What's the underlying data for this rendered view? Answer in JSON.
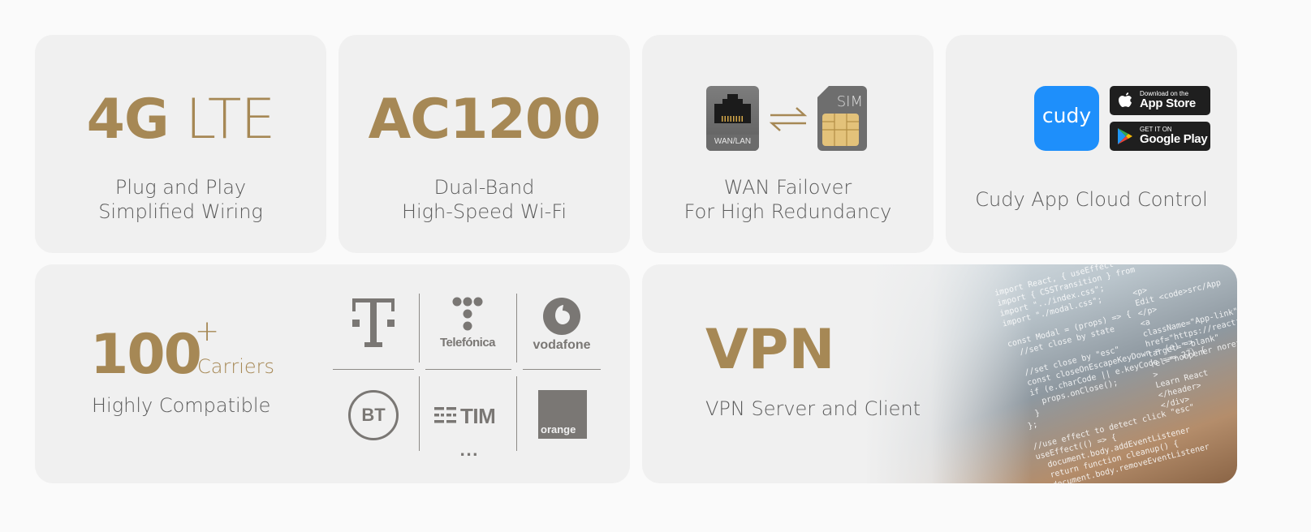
{
  "colors": {
    "accent_gold": "#a68855",
    "card_bg": "#f0f0f0",
    "page_bg": "#fafafa",
    "text_gray": "#5b5b5b",
    "logo_gray": "#7a7774",
    "cudy_blue": "#1e8ffb"
  },
  "features": {
    "lte": {
      "title_bold": "4G",
      "title_light": "LTE",
      "line1": "Plug and Play",
      "line2": "Simplified Wiring"
    },
    "wifi": {
      "title": "AC1200",
      "line1": "Dual-Band",
      "line2": "High-Speed Wi-Fi"
    },
    "failover": {
      "port_label": "WAN/LAN",
      "sim_label": "SIM",
      "icon_arrows": "swap-arrows-icon",
      "line1": "WAN Failover",
      "line2": "For High Redundancy"
    },
    "app": {
      "app_name": "cudy",
      "app_store_small": "Download on the",
      "app_store_large": "App Store",
      "google_small": "GET IT ON",
      "google_large": "Google Play",
      "caption": "Cudy App Cloud Control"
    },
    "carriers": {
      "count": "100",
      "plus": "+",
      "unit": "Carriers",
      "caption": "Highly Compatible",
      "logos": [
        "T",
        "Telefónica",
        "vodafone",
        "BT",
        "TIM",
        "orange"
      ],
      "more": "..."
    },
    "vpn": {
      "title": "VPN",
      "caption": "VPN Server and Client",
      "code_lines": [
        "import React, { useEffect",
        "import { CSSTransition } from",
        "import \"../index.css\";",
        "import \"./modal.css\";",
        "",
        "const Modal = (props) => {",
        "  //set close by state",
        "",
        "  //set close by \"esc\"",
        "  const closeOnEscapeKeyDown = (e) =>",
        "  if (e.charCode || e.keyCode === 27) {",
        "    props.onClose();",
        "  }",
        "};",
        "",
        "//use effect to detect click \"esc\"",
        "useEffect(() => {",
        "  document.body.addEventListener",
        "  return function cleanup() {",
        "  document.body.removeEventListener",
        "};",
        "}, []);"
      ],
      "code_lines_right": [
        "<p>",
        "Edit <code>src/App",
        "</p>",
        "<a",
        "className=\"App-link\"",
        "href=\"https://reactjs.org\"",
        "target=\"_blank\"",
        "rel=\"noopener noreferrer\"",
        ">",
        "Learn React",
        "</header>",
        "</div>"
      ]
    }
  }
}
